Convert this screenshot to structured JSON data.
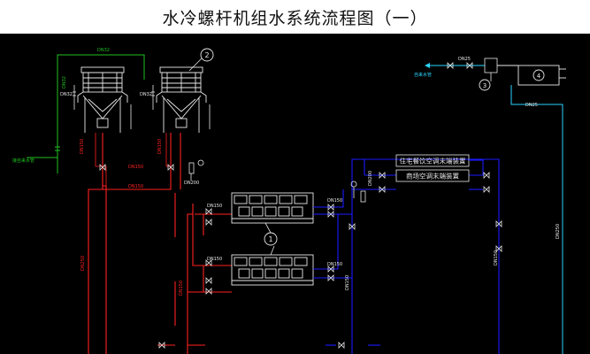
{
  "title": "水冷螺杆机组水系统流程图（一）",
  "colors": {
    "background": "#000000",
    "supply_red": "#ff2020",
    "return_blue": "#1a1aff",
    "cooling_green": "#20c020",
    "makeup_cyan": "#2ad4ff",
    "equipment_white": "#e8e8e8"
  },
  "equipment": {
    "cooling_tower_tag": "2",
    "chiller_tag": "1",
    "pump_tag": "3",
    "expansion_tank_tag": "4"
  },
  "labels": {
    "makeup_water_in": "自来水管",
    "drain_left": "接自来水管",
    "terminal_residential": "住宅餐饮空调末端装置",
    "terminal_commercial": "商场空调末端装置"
  },
  "pipe_sizes": {
    "dn32": "DN32",
    "dn25": "DN25",
    "dn150": "DN150",
    "dn200": "DN200",
    "dn250": "DN250",
    "dn20": "DN20"
  }
}
